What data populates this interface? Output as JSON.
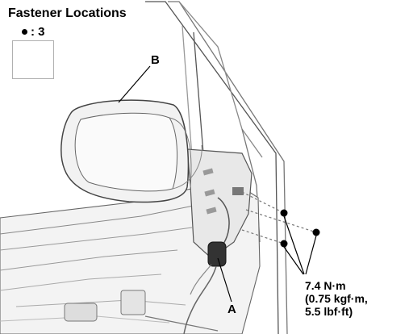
{
  "legend": {
    "title": "Fastener Locations",
    "count": ": 3"
  },
  "callouts": {
    "a": "A",
    "b": "B"
  },
  "torque": {
    "line1": "7.4 N·m",
    "line2": "(0.75 kgf·m,",
    "line3": "5.5 lbf·ft)"
  }
}
